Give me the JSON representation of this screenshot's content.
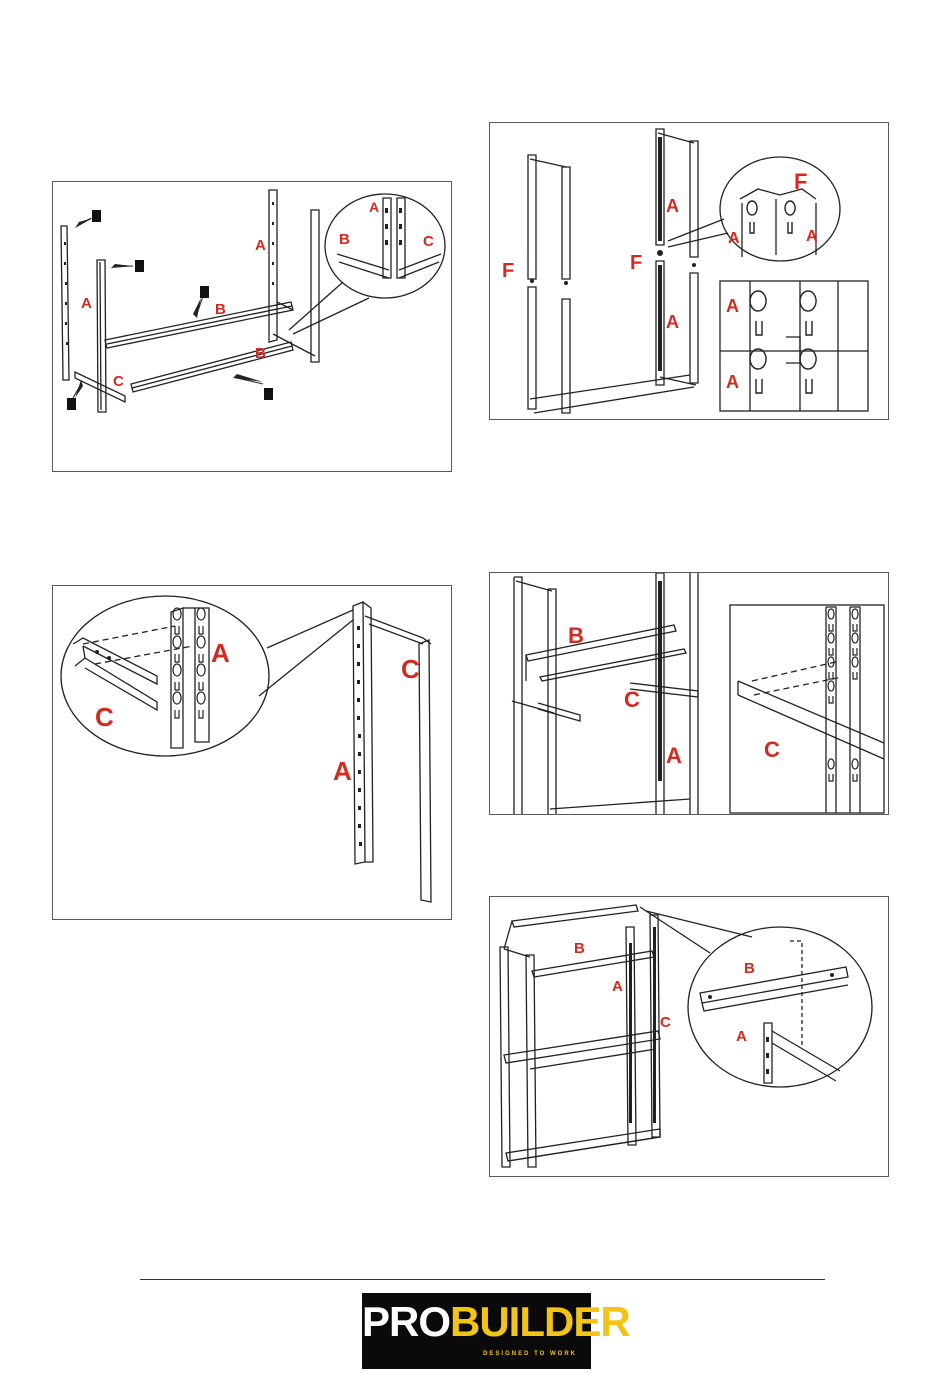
{
  "colors": {
    "label": "#d42a1f",
    "logo_bg": "#0a0a0a",
    "logo_accent": "#f2c418"
  },
  "panel1": {
    "labels": [
      "A",
      "B",
      "B",
      "A",
      "B",
      "C",
      "C",
      "A"
    ]
  },
  "panel2": {
    "labels": [
      "A",
      "F",
      "F",
      "F",
      "A",
      "A",
      "A",
      "A",
      "A"
    ]
  },
  "panel3": {
    "labels": [
      "A",
      "C",
      "C",
      "A"
    ]
  },
  "panel4": {
    "labels": [
      "B",
      "C",
      "A",
      "C"
    ]
  },
  "panel5": {
    "labels": [
      "B",
      "A",
      "C",
      "B",
      "A"
    ]
  },
  "logo": {
    "pro": "PRO",
    "builder": "BUILDER",
    "tagline": "DESIGNED TO WORK"
  }
}
